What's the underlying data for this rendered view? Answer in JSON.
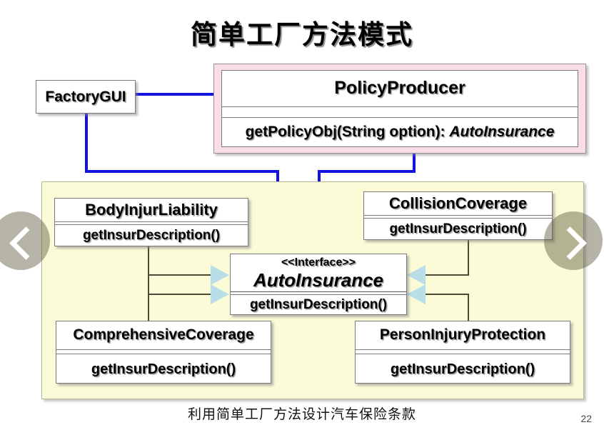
{
  "slide": {
    "title": "简单工厂方法模式",
    "footer_caption": "利用简单工厂方法设计汽车保险条款",
    "page_number": "22",
    "colors": {
      "producer_frame": "#fbdde9",
      "panel": "#fbfbd8",
      "dependency_arrow": "#1313e0",
      "realization_head": "#b9dee8",
      "box_border": "#7a7a7a"
    }
  },
  "nav": {
    "prev_label": "chevron-left",
    "next_label": "chevron-right"
  },
  "classes": {
    "factory_gui": {
      "name": "FactoryGUI",
      "operations": []
    },
    "policy_producer": {
      "name": "PolicyProducer",
      "attributes_empty": "",
      "operation_prefix": "getPolicyObj(String option): ",
      "operation_return_type": "AutoInsurance"
    },
    "auto_insurance": {
      "stereotype": "<<Interface>>",
      "name": "AutoInsurance",
      "operation": "getInsurDescription()"
    },
    "body_injur_liability": {
      "name": "BodyInjurLiability",
      "operation": "getInsurDescription()"
    },
    "collision_coverage": {
      "name": "CollisionCoverage",
      "operation": "getInsurDescription()"
    },
    "comprehensive_coverage": {
      "name": "ComprehensiveCoverage",
      "operation": "getInsurDescription()"
    },
    "person_injury_protection": {
      "name": "PersonInjuryProtection",
      "operation": "getInsurDescription()"
    }
  }
}
